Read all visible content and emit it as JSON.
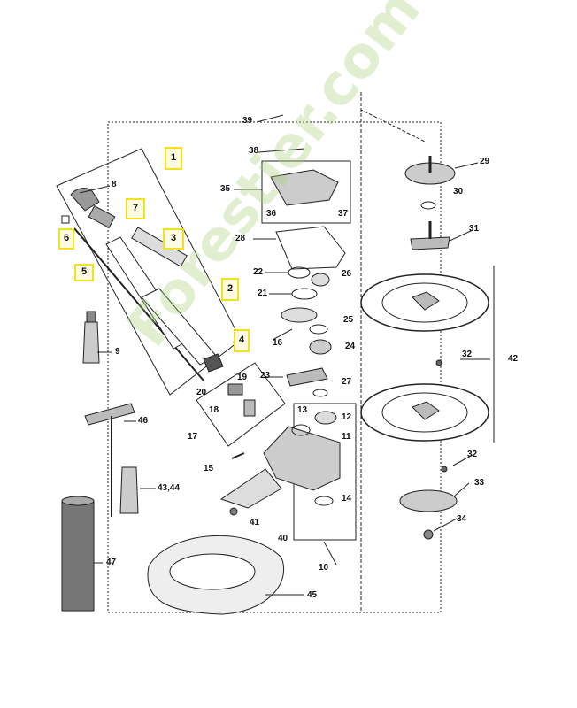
{
  "watermark": "Forestier.com",
  "callouts": [
    {
      "id": "39",
      "label": "39"
    },
    {
      "id": "38",
      "label": "38"
    },
    {
      "id": "35",
      "label": "35"
    },
    {
      "id": "36",
      "label": "36"
    },
    {
      "id": "37",
      "label": "37"
    },
    {
      "id": "28",
      "label": "28"
    },
    {
      "id": "22",
      "label": "22"
    },
    {
      "id": "26",
      "label": "26"
    },
    {
      "id": "21",
      "label": "21"
    },
    {
      "id": "25",
      "label": "25"
    },
    {
      "id": "16",
      "label": "16"
    },
    {
      "id": "24",
      "label": "24"
    },
    {
      "id": "23",
      "label": "23"
    },
    {
      "id": "27",
      "label": "27"
    },
    {
      "id": "20",
      "label": "20"
    },
    {
      "id": "19",
      "label": "19"
    },
    {
      "id": "18",
      "label": "18"
    },
    {
      "id": "17",
      "label": "17"
    },
    {
      "id": "13",
      "label": "13"
    },
    {
      "id": "12",
      "label": "12"
    },
    {
      "id": "11",
      "label": "11"
    },
    {
      "id": "15",
      "label": "15"
    },
    {
      "id": "14",
      "label": "14"
    },
    {
      "id": "41",
      "label": "41"
    },
    {
      "id": "40",
      "label": "40"
    },
    {
      "id": "10",
      "label": "10"
    },
    {
      "id": "45",
      "label": "45"
    },
    {
      "id": "8",
      "label": "8"
    },
    {
      "id": "9",
      "label": "9"
    },
    {
      "id": "46",
      "label": "46"
    },
    {
      "id": "43_44",
      "label": "43,44"
    },
    {
      "id": "47",
      "label": "47"
    },
    {
      "id": "29",
      "label": "29"
    },
    {
      "id": "30",
      "label": "30"
    },
    {
      "id": "31",
      "label": "31"
    },
    {
      "id": "42",
      "label": "42"
    },
    {
      "id": "32a",
      "label": "32"
    },
    {
      "id": "32b",
      "label": "32"
    },
    {
      "id": "33",
      "label": "33"
    },
    {
      "id": "34",
      "label": "34"
    }
  ],
  "highlighted": [
    {
      "id": "1",
      "label": "1"
    },
    {
      "id": "7",
      "label": "7"
    },
    {
      "id": "3",
      "label": "3"
    },
    {
      "id": "6",
      "label": "6"
    },
    {
      "id": "5",
      "label": "5"
    },
    {
      "id": "2",
      "label": "2"
    },
    {
      "id": "4",
      "label": "4"
    }
  ],
  "highlight_color": "#f5e020"
}
